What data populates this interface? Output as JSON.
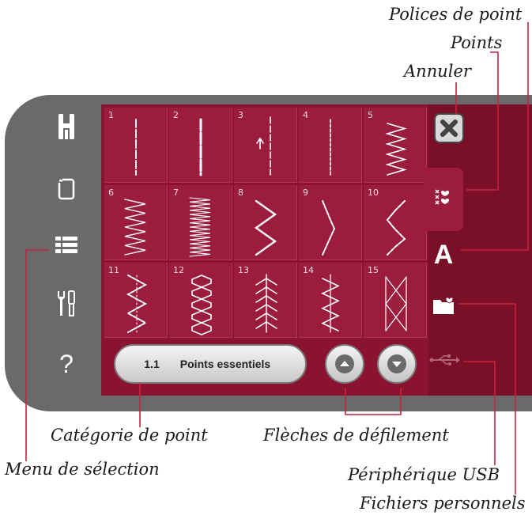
{
  "callouts": {
    "polices_de_point": "Polices de point",
    "points": "Points",
    "annuler": "Annuler",
    "categorie_de_point": "Catégorie de point",
    "menu_de_selection": "Menu de sélection",
    "fleches_de_defilement": "Flèches de défilement",
    "peripherique_usb": "Périphérique USB",
    "fichiers_personnels": "Fichiers personnels"
  },
  "stitches": [
    {
      "num": "1",
      "pattern": "straight"
    },
    {
      "num": "2",
      "pattern": "double-straight"
    },
    {
      "num": "3",
      "pattern": "straight-arrow"
    },
    {
      "num": "4",
      "pattern": "dotted-straight"
    },
    {
      "num": "5",
      "pattern": "zigzag-dense"
    },
    {
      "num": "6",
      "pattern": "zigzag-multi"
    },
    {
      "num": "7",
      "pattern": "satin"
    },
    {
      "num": "8",
      "pattern": "zigzag-wide"
    },
    {
      "num": "9",
      "pattern": "zigzag-3step"
    },
    {
      "num": "10",
      "pattern": "zigzag-3step-b"
    },
    {
      "num": "11",
      "pattern": "overlock"
    },
    {
      "num": "12",
      "pattern": "honeycomb"
    },
    {
      "num": "13",
      "pattern": "feather"
    },
    {
      "num": "14",
      "pattern": "elastic"
    },
    {
      "num": "15",
      "pattern": "cross"
    }
  ],
  "category": {
    "number": "1.1",
    "name": "Points essentiels"
  },
  "icons": {
    "left": [
      "presser-foot-icon",
      "window-icon",
      "menu-list-icon",
      "tools-icon",
      "help-icon"
    ],
    "right": [
      "close-icon",
      "stitch-icon",
      "font-icon",
      "personal-files-icon",
      "usb-icon"
    ],
    "help_glyph": "?",
    "font_glyph": "A"
  },
  "colors": {
    "screen": "#8a1430",
    "cell": "#9c1c3e",
    "bezel": "#6a6a6a",
    "leader": "#c8213f"
  }
}
